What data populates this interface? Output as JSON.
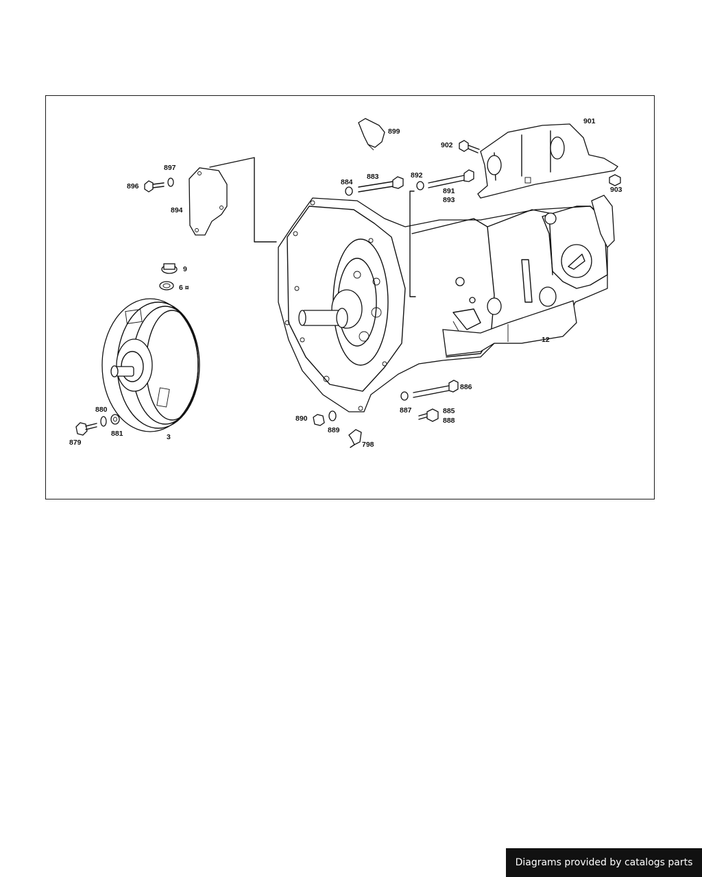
{
  "diagram": {
    "callouts": {
      "c899": "899",
      "c901": "901",
      "c902": "902",
      "c903": "903",
      "c897": "897",
      "c896": "896",
      "c894": "894",
      "c884": "884",
      "c883": "883",
      "c892": "892",
      "c891": "891",
      "c893": "893",
      "c9": "9",
      "c6": "6 ¤",
      "c12": "12",
      "c880": "880",
      "c881": "881",
      "c879": "879",
      "c3": "3",
      "c886": "886",
      "c887": "887",
      "c885": "885",
      "c888": "888",
      "c890": "890",
      "c889": "889",
      "c798": "798"
    }
  },
  "footer": {
    "credit": "Diagrams provided by catalogs parts"
  }
}
